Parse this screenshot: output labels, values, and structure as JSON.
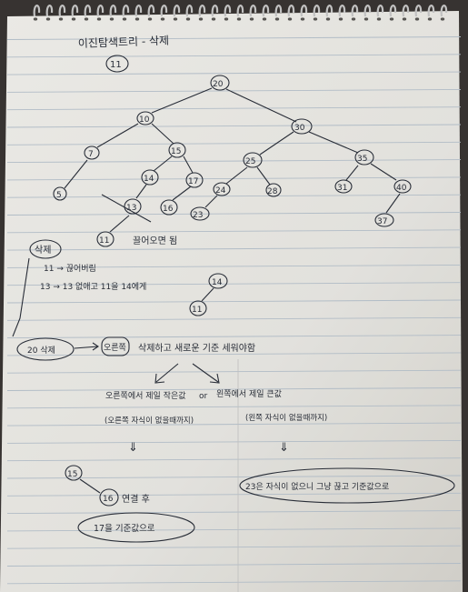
{
  "photo": {
    "subject": "handwritten notebook page",
    "colors": {
      "background": "#3a3633",
      "paper": "#efeeea",
      "line": "#b9c4cf",
      "margin": "#d9b7b0",
      "ink": "#2a2f3a",
      "spiral": "#c9c9c9"
    }
  },
  "notes": {
    "title": "이진탐색트리 - 삭제",
    "number": "11",
    "tree": {
      "nodes": [
        {
          "id": "n20",
          "label": "20"
        },
        {
          "id": "n10",
          "label": "10"
        },
        {
          "id": "n30",
          "label": "30"
        },
        {
          "id": "n7",
          "label": "7"
        },
        {
          "id": "n15",
          "label": "15"
        },
        {
          "id": "n25",
          "label": "25"
        },
        {
          "id": "n35",
          "label": "35"
        },
        {
          "id": "n5",
          "label": "5"
        },
        {
          "id": "n14",
          "label": "14"
        },
        {
          "id": "n17",
          "label": "17"
        },
        {
          "id": "n24",
          "label": "24"
        },
        {
          "id": "n28",
          "label": "28"
        },
        {
          "id": "n31",
          "label": "31"
        },
        {
          "id": "n40",
          "label": "40"
        },
        {
          "id": "n13",
          "label": "13"
        },
        {
          "id": "n16",
          "label": "16"
        },
        {
          "id": "n23",
          "label": "23"
        },
        {
          "id": "n37",
          "label": "37"
        },
        {
          "id": "n11",
          "label": "11"
        }
      ],
      "edges": [
        [
          "n20",
          "n10"
        ],
        [
          "n20",
          "n30"
        ],
        [
          "n10",
          "n7"
        ],
        [
          "n10",
          "n15"
        ],
        [
          "n30",
          "n25"
        ],
        [
          "n30",
          "n35"
        ],
        [
          "n7",
          "n5"
        ],
        [
          "n15",
          "n14"
        ],
        [
          "n15",
          "n17"
        ],
        [
          "n25",
          "n24"
        ],
        [
          "n25",
          "n28"
        ],
        [
          "n35",
          "n31"
        ],
        [
          "n35",
          "n40"
        ],
        [
          "n14",
          "n13"
        ],
        [
          "n17",
          "n16"
        ],
        [
          "n24",
          "n23"
        ],
        [
          "n40",
          "n37"
        ],
        [
          "n13",
          "n11"
        ]
      ],
      "leaf_note": "끌어오면 됨"
    },
    "delete_label": "삭제",
    "case_line1": "11 → 끊어버림",
    "case_line2": "13 → 13 없애고 11을 14에게",
    "small_tree": {
      "top": "14",
      "bottom": "11"
    },
    "step_20": "20 삭제",
    "keyword": "오른쪽",
    "step_desc": "삭제하고 새로운 기준 세워야함",
    "option_left": "오른쪽에서 제일 작은값",
    "option_or": "or",
    "option_right": "왼쪽에서 제일 큰값",
    "hint_left": "(오른쪽 자식이 없을때까지)",
    "hint_right": "(왼쪽 자식이 없을때까지)",
    "arrow": "⇓",
    "left_result_top": "15",
    "left_result_node": "16",
    "left_result_text": "연결 후",
    "left_conclusion": "17을 기준값으로",
    "right_conclusion": "23은 자식이 없으니 그냥 끊고 기준값으로"
  }
}
